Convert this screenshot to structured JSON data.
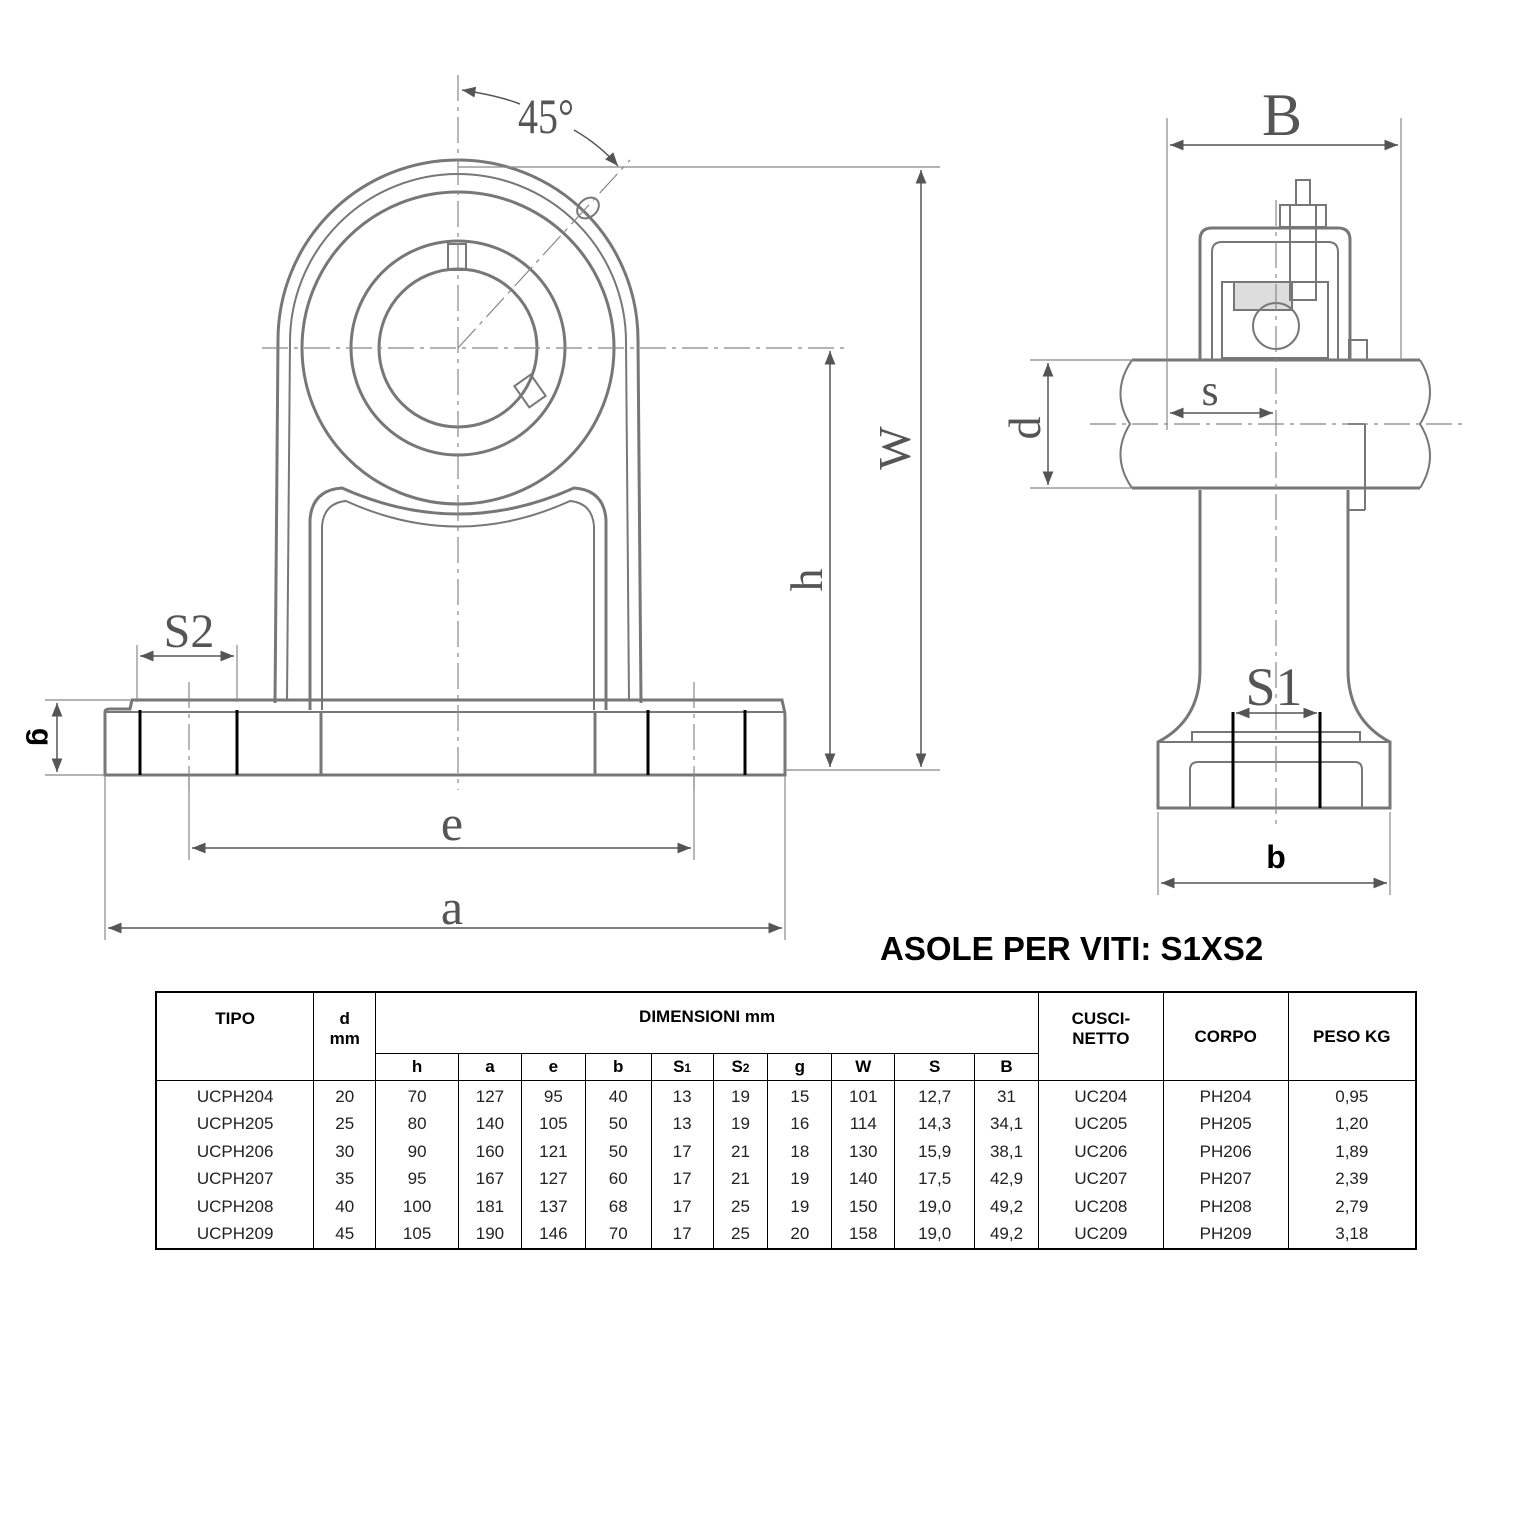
{
  "labels": {
    "angle": "45°",
    "B": "B",
    "W": "W",
    "h": "h",
    "d": "d",
    "s": "s",
    "S2": "S2",
    "S1": "S1",
    "g": "g",
    "e": "e",
    "a": "a",
    "b": "b"
  },
  "slot_note": "ASOLE PER VITI: S1XS2",
  "table": {
    "header": {
      "tipo": "TIPO",
      "d": "d",
      "d_unit": "mm",
      "dimensioni": "DIMENSIONI mm",
      "cuscinetto_1": "CUSCI-",
      "cuscinetto_2": "NETTO",
      "corpo": "CORPO",
      "peso": "PESO KG",
      "sub": [
        "h",
        "a",
        "e",
        "b",
        "S",
        "S",
        "g",
        "W",
        "S",
        "B"
      ],
      "sub_index": [
        "",
        "",
        "",
        "",
        "1",
        "2",
        "",
        "",
        "",
        ""
      ]
    },
    "rows": [
      [
        "UCPH204",
        "20",
        "70",
        "127",
        "95",
        "40",
        "13",
        "19",
        "15",
        "101",
        "12,7",
        "31",
        "UC204",
        "PH204",
        "0,95"
      ],
      [
        "UCPH205",
        "25",
        "80",
        "140",
        "105",
        "50",
        "13",
        "19",
        "16",
        "114",
        "14,3",
        "34,1",
        "UC205",
        "PH205",
        "1,20"
      ],
      [
        "UCPH206",
        "30",
        "90",
        "160",
        "121",
        "50",
        "17",
        "21",
        "18",
        "130",
        "15,9",
        "38,1",
        "UC206",
        "PH206",
        "1,89"
      ],
      [
        "UCPH207",
        "35",
        "95",
        "167",
        "127",
        "60",
        "17",
        "21",
        "19",
        "140",
        "17,5",
        "42,9",
        "UC207",
        "PH207",
        "2,39"
      ],
      [
        "UCPH208",
        "40",
        "100",
        "181",
        "137",
        "68",
        "17",
        "25",
        "19",
        "150",
        "19,0",
        "49,2",
        "UC208",
        "PH208",
        "2,79"
      ],
      [
        "UCPH209",
        "45",
        "105",
        "190",
        "146",
        "70",
        "17",
        "25",
        "20",
        "158",
        "19,0",
        "49,2",
        "UC209",
        "PH209",
        "3,18"
      ]
    ]
  }
}
